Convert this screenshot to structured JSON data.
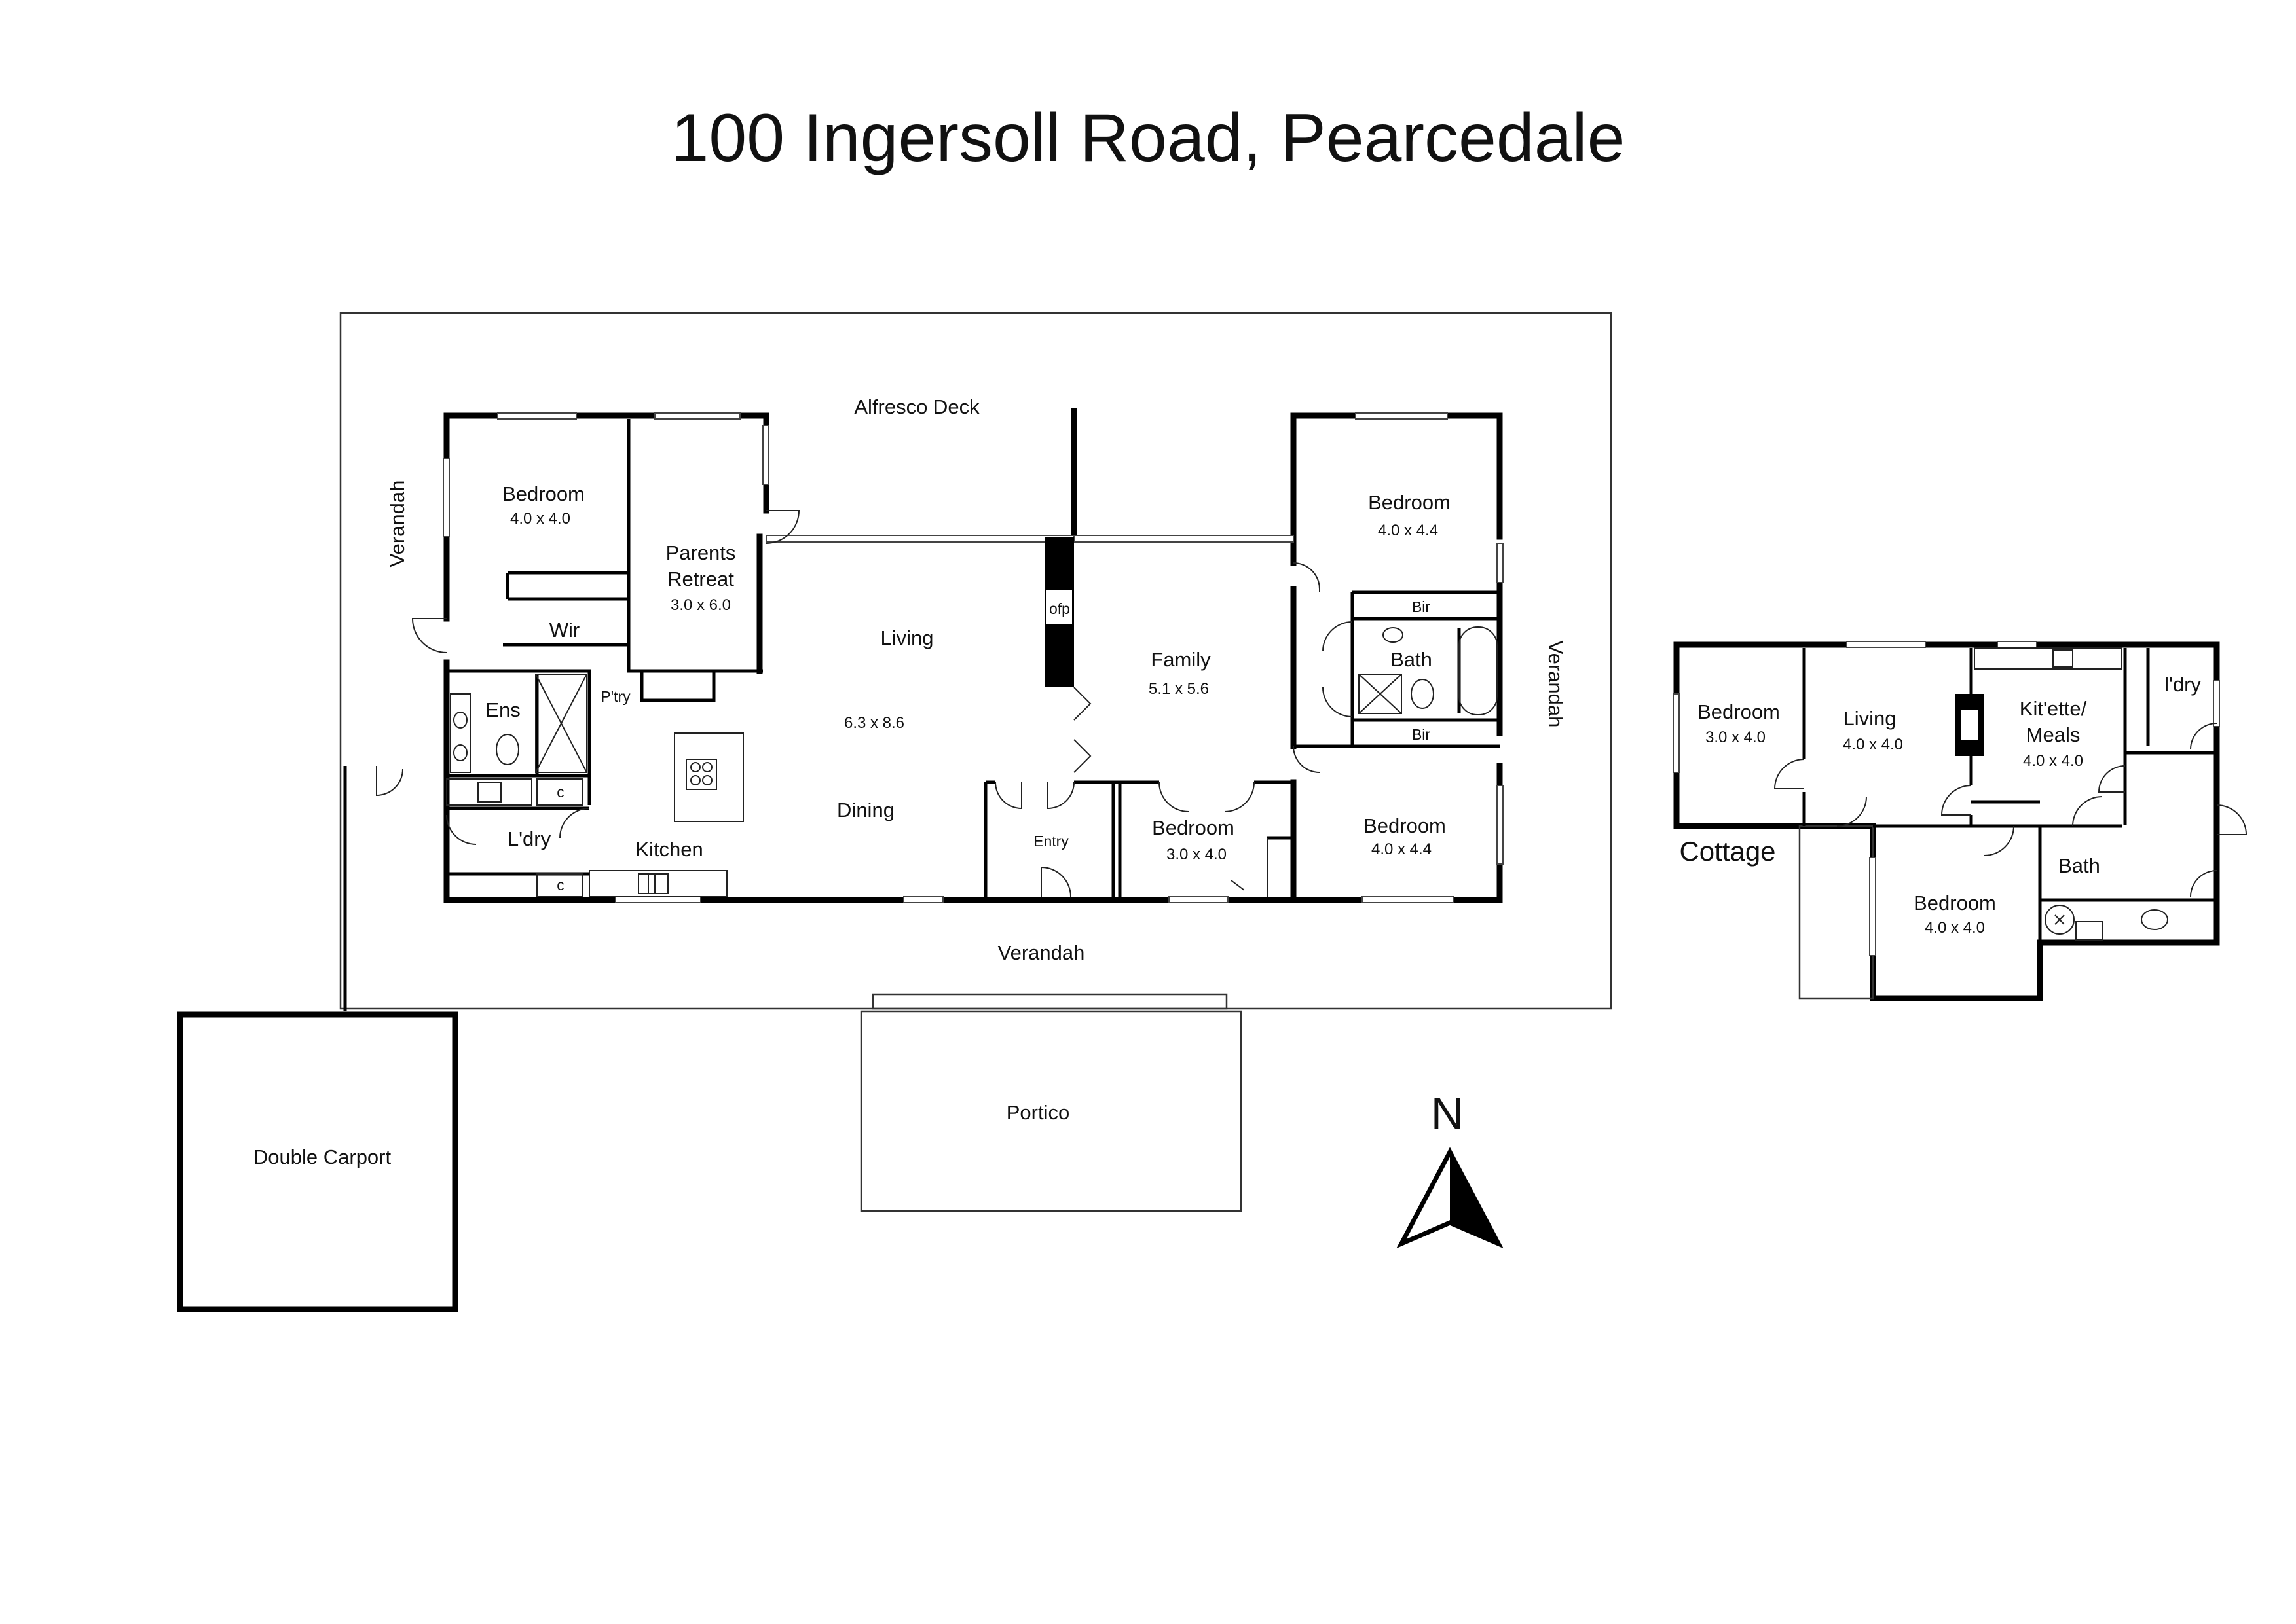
{
  "title": "100 Ingersoll Road, Pearcedale",
  "compass": {
    "label": "N",
    "icon": "north-arrow-icon"
  },
  "main_house": {
    "alfresco": "Alfresco Deck",
    "verandah_west": "Verandah",
    "verandah_east": "Verandah",
    "verandah_south": "Verandah",
    "bedroom_nw": {
      "name": "Bedroom",
      "size": "4.0 x 4.0"
    },
    "parents_retreat": {
      "name_line1": "Parents",
      "name_line2": "Retreat",
      "size": "3.0 x 6.0"
    },
    "wir": "Wir",
    "ens": "Ens",
    "pantry": "P'try",
    "laundry": "L'dry",
    "cupboard_c1": "c",
    "cupboard_c2": "c",
    "kitchen": "Kitchen",
    "living": "Living",
    "living_dining_size": "6.3 x 8.6",
    "dining": "Dining",
    "fireplace": "ofp",
    "family": {
      "name": "Family",
      "size": "5.1 x 5.6"
    },
    "entry": "Entry",
    "bedroom_s": {
      "name": "Bedroom",
      "size": "3.0 x 4.0"
    },
    "bedroom_ne": {
      "name": "Bedroom",
      "size": "4.0 x 4.4"
    },
    "bedroom_se": {
      "name": "Bedroom",
      "size": "4.0 x 4.4"
    },
    "bir_1": "Bir",
    "bir_2": "Bir",
    "bath": "Bath",
    "portico": "Portico",
    "carport": "Double Carport"
  },
  "cottage": {
    "label": "Cottage",
    "bedroom_1": {
      "name": "Bedroom",
      "size": "3.0 x 4.0"
    },
    "living": {
      "name": "Living",
      "size": "4.0 x 4.0"
    },
    "kitchenette": {
      "name_line1": "Kit'ette/",
      "name_line2": "Meals",
      "size": "4.0 x 4.0"
    },
    "laundry": "l'dry",
    "bath": "Bath",
    "bedroom_2": {
      "name": "Bedroom",
      "size": "4.0 x 4.0"
    }
  }
}
